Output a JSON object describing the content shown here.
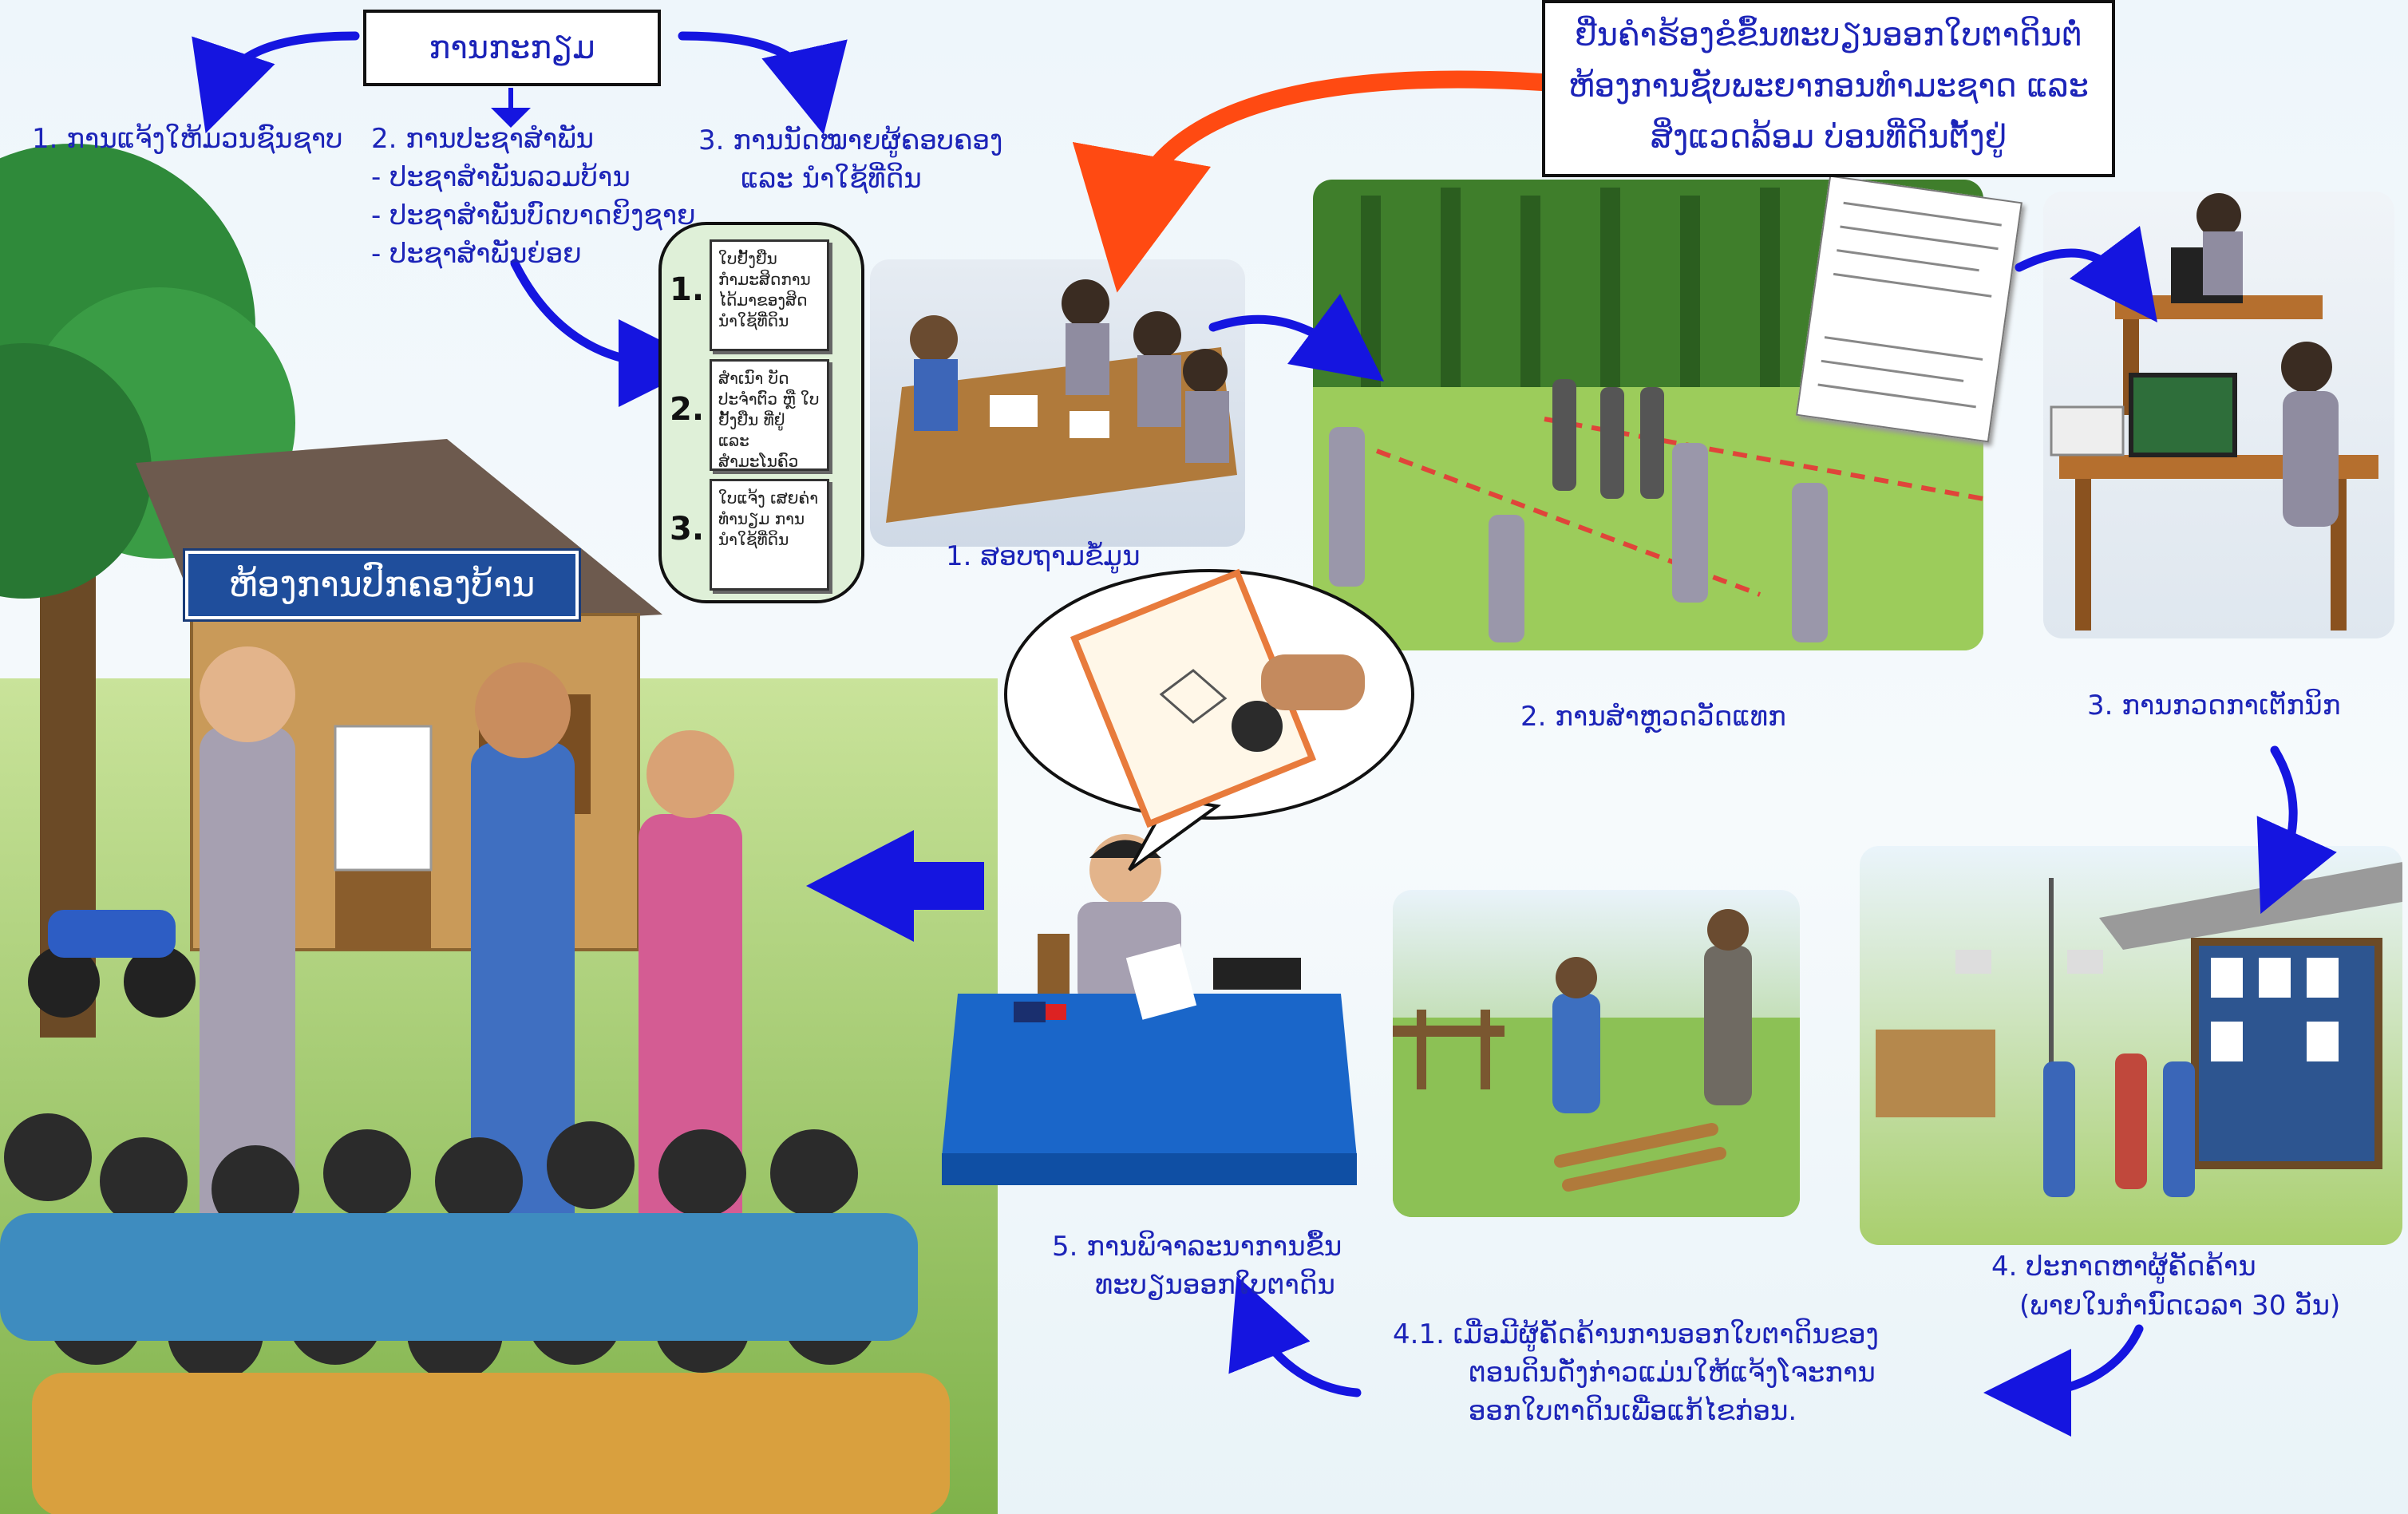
{
  "title_box": {
    "text": "ການກະກຽມ"
  },
  "request_box": {
    "lines": [
      "ຢື່ນຄຳຮ້ອງຂໍຂຶ້ນທະບຽນອອກໃບຕາດິນຕໍ່",
      "ຫ້ອງການຊັບພະຍາກອນທຳມະຊາດ ແລະ",
      "ສິ່ງແວດລ້ອມ ບ່ອນທີ່ດິນຕັ້ງຢູ່"
    ]
  },
  "prep_items": {
    "item1": "1. ການແຈ້ງໃຫ້ມວນຊົນຊາບ",
    "item2_title": "2. ການປະຊາສຳພັນ",
    "item2_subs": [
      "- ປະຊາສຳພັນລວມບ້ານ",
      "- ປະຊາສຳພັນບົດບາດຍິງຊາຍ",
      "- ປະຊາສຳພັນຍ່ອຍ"
    ],
    "item3_line1": "3. ການນັດໝາຍຜູ້ຄອບຄອງ",
    "item3_line2": "ແລະ ນຳໃຊ້ທີ່ດິນ"
  },
  "document_list": [
    {
      "num": "1.",
      "text": "ໃບຢັ້ງຢືນ ກຳມະສິດການ ໄດ້ມາຂອງສິດ ນຳໃຊ້ທີ່ດິນ"
    },
    {
      "num": "2.",
      "text": "ສຳເນົາ ບັດປະຈຳຕົວ ຫຼື ໃບຢັ້ງຢືນ ທີ່ຢູ່ ແລະ ສຳມະໂນຄົວ"
    },
    {
      "num": "3.",
      "text": "ໃບແຈ້ງ ເສຍຄ່າທຳນຽມ ການນຳໃຊ້ທີ່ດິນ"
    }
  ],
  "steps": {
    "s1": "1. ສອບຖາມຂໍ້ມູນ",
    "s2": "2. ການສຳຫຼວດວັດແທກ",
    "s3": "3. ການກວດກາເຕັກນິກ",
    "s4_line1": "4. ປະກາດຫາຜູ້ຄັດຄ້ານ",
    "s4_line2": "(ພາຍໃນກຳນົດເວລາ 30 ວັນ)",
    "s41_line1": "4.1. ເມື່ອມີຜູ້ຄັດຄ້ານການອອກໃບຕາດິນຂອງ",
    "s41_line2": "ຕອນດິນດັ່ງກ່າວແມ່ນໃຫ້ແຈ້ງໂຈະການ",
    "s41_line3": "ອອກໃບຕາດິນເພື່ອແກ້ໄຂກ່ອນ.",
    "s5_line1": "5. ການພິຈາລະນາການຂຶ້ນ",
    "s5_line2": "ທະບຽນອອກໃບຕາດິນ"
  },
  "village_sign": "ຫ້ອງການປົກຄອງບ້ານ",
  "colors": {
    "text_blue": "#1c24b8",
    "arrow_blue": "#1515e0",
    "arrow_red": "#ff4a12",
    "sign_blue": "#1f4e9c"
  }
}
